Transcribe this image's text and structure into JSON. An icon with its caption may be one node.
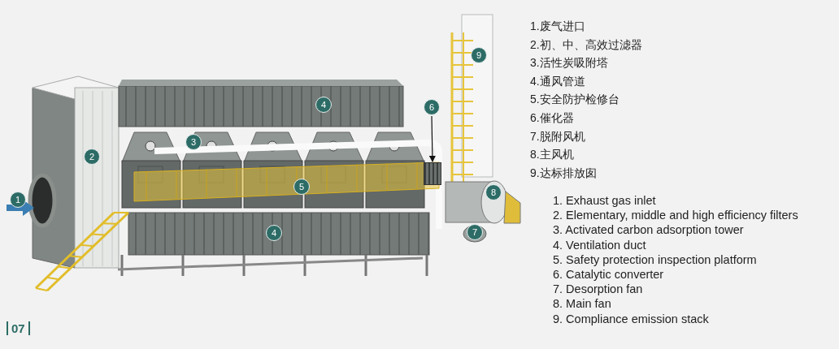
{
  "diagram": {
    "nodes": [
      {
        "text": [
          "9"
        ]
      },
      {
        "text": [
          "4"
        ]
      },
      {
        "text": [
          "6"
        ]
      },
      {
        "text": [
          "2"
        ]
      },
      {
        "text": [
          "3"
        ]
      },
      {
        "text": [
          "8"
        ]
      },
      {
        "text": [
          "5"
        ]
      },
      {
        "text": [
          "1"
        ]
      },
      {
        "text": [
          "4"
        ]
      },
      {
        "text": [
          "7"
        ]
      },
      {
        "text": [],
        "shape": "box"
      }
    ],
    "edges": [
      {
        "from": 2,
        "to": 10,
        "arrow": "to"
      }
    ],
    "labels": [
      "1.废气进口",
      "2.初、中、高效过滤器",
      "3.活性炭吸附塔",
      "4.通风管道",
      "5.安全防护检修台",
      "6.催化器",
      "7.脱附风机",
      "8.主风机",
      "9.达标排放囱",
      "1. Exhaust gas inlet",
      "2. Elementary, middle and high efficiency filters",
      "3. Activated carbon adsorption tower",
      "4. Ventilation duct",
      "5. Safety protection inspection platform",
      "6. Catalytic converter",
      "7. Desorption fan",
      "8. Main fan",
      "9. Compliance emission stack",
      "07"
    ]
  }
}
